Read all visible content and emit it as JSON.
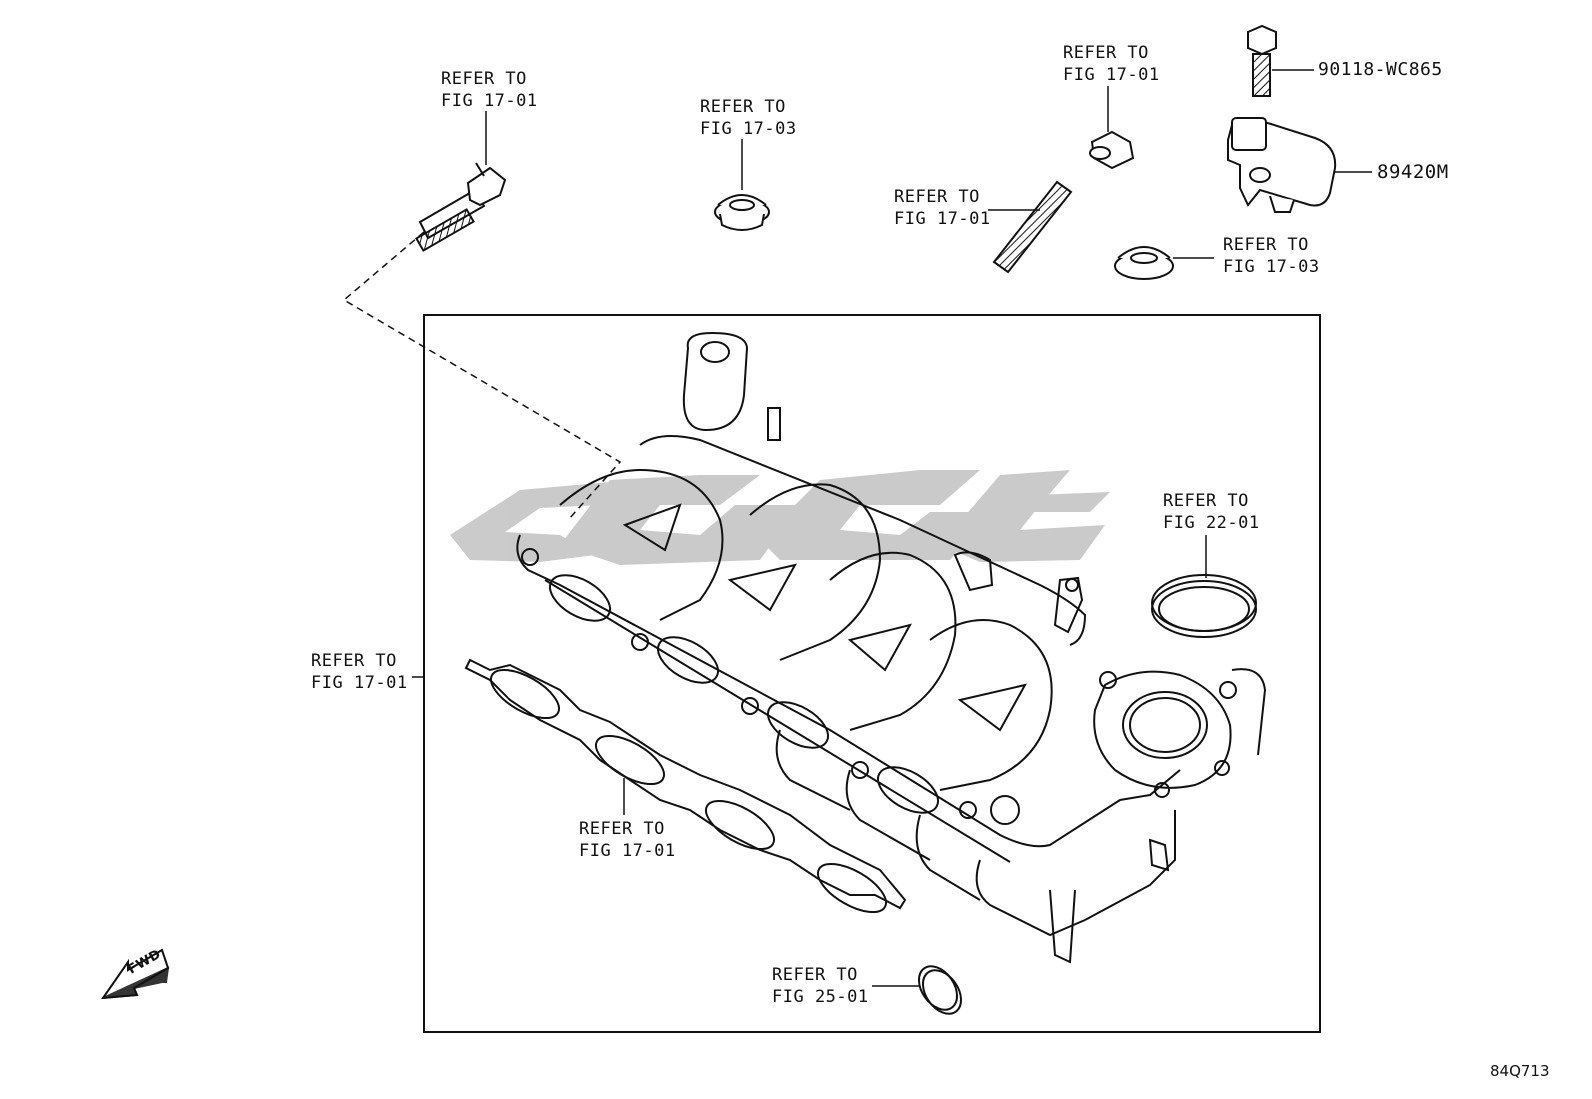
{
  "diagram": {
    "refs": {
      "bolt_top_left": [
        "REFER TO",
        "FIG 17-01"
      ],
      "grommet_top_center": [
        "REFER TO",
        "FIG 17-03"
      ],
      "nut_top_right": [
        "REFER TO",
        "FIG 17-01"
      ],
      "stud": [
        "REFER TO",
        "FIG 17-01"
      ],
      "grommet_right": [
        "REFER TO",
        "FIG 17-03"
      ],
      "manifold_box": [
        "REFER TO",
        "FIG 17-01"
      ],
      "oring_right": [
        "REFER TO",
        "FIG 22-01"
      ],
      "gasket": [
        "REFER TO",
        "FIG 17-01"
      ],
      "ring_bottom": [
        "REFER TO",
        "FIG 25-01"
      ]
    },
    "part_numbers": {
      "bolt": "90118-WC865",
      "sensor": "89420M"
    },
    "fwd_label": "FWD",
    "illustration_number": "84Q713",
    "watermark_color": "#c8c8c8"
  }
}
